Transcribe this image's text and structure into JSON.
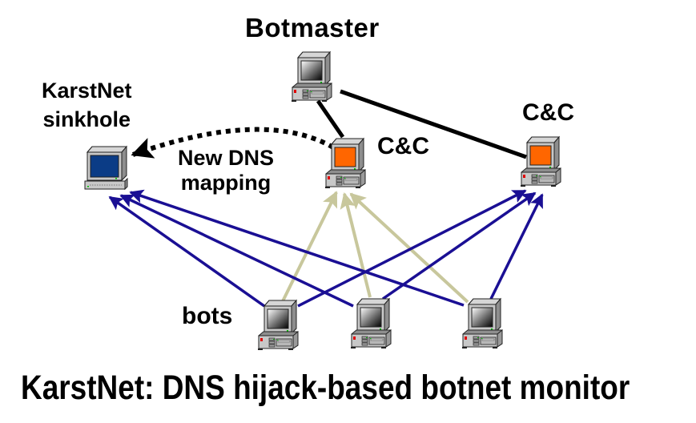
{
  "title": "KarstNet: DNS hijack-based  botnet monitor",
  "labels": {
    "botmaster": "Botmaster",
    "sinkhole_line1": "KarstNet",
    "sinkhole_line2": "sinkhole",
    "cc_middle": "C&C",
    "cc_right": "C&C",
    "dns_line1": "New DNS",
    "dns_line2": "mapping",
    "bots": "bots"
  },
  "colors": {
    "cc_screen": "#ff6600",
    "sinkhole_screen": "#0b3c86",
    "bot_line": "#1a0f94",
    "cc_link": "#c8c79c",
    "control_link": "#000000",
    "case": "#c0c0c0"
  },
  "nodes": [
    {
      "id": "botmaster",
      "role": "botmaster",
      "screen": "gradient",
      "icon": "desktop-computer-icon"
    },
    {
      "id": "cc-middle",
      "role": "c2-server",
      "screen": "orange",
      "icon": "desktop-computer-icon"
    },
    {
      "id": "cc-right",
      "role": "c2-server",
      "screen": "orange",
      "icon": "desktop-computer-icon"
    },
    {
      "id": "sinkhole",
      "role": "sinkhole",
      "screen": "blue",
      "icon": "desktop-computer-icon"
    },
    {
      "id": "bot-1",
      "role": "bot",
      "screen": "gradient",
      "icon": "desktop-computer-icon"
    },
    {
      "id": "bot-2",
      "role": "bot",
      "screen": "gradient",
      "icon": "desktop-computer-icon"
    },
    {
      "id": "bot-3",
      "role": "bot",
      "screen": "gradient",
      "icon": "desktop-computer-icon"
    }
  ],
  "edges": [
    {
      "from": "botmaster",
      "to": "cc-middle",
      "style": "solid-black"
    },
    {
      "from": "botmaster",
      "to": "cc-right",
      "style": "solid-black"
    },
    {
      "from": "cc-middle",
      "to": "sinkhole",
      "style": "dotted-black-arrow",
      "label": "New DNS mapping"
    },
    {
      "from": "bot-1",
      "to": "cc-middle",
      "style": "beige-arrow"
    },
    {
      "from": "bot-2",
      "to": "cc-middle",
      "style": "beige-arrow"
    },
    {
      "from": "bot-3",
      "to": "cc-middle",
      "style": "beige-arrow"
    },
    {
      "from": "bot-1",
      "to": "sinkhole",
      "style": "blue-arrow"
    },
    {
      "from": "bot-2",
      "to": "sinkhole",
      "style": "blue-arrow"
    },
    {
      "from": "bot-3",
      "to": "sinkhole",
      "style": "blue-arrow"
    },
    {
      "from": "bot-1",
      "to": "cc-right",
      "style": "blue-arrow"
    },
    {
      "from": "bot-2",
      "to": "cc-right",
      "style": "blue-arrow"
    },
    {
      "from": "bot-3",
      "to": "cc-right",
      "style": "blue-arrow"
    }
  ]
}
